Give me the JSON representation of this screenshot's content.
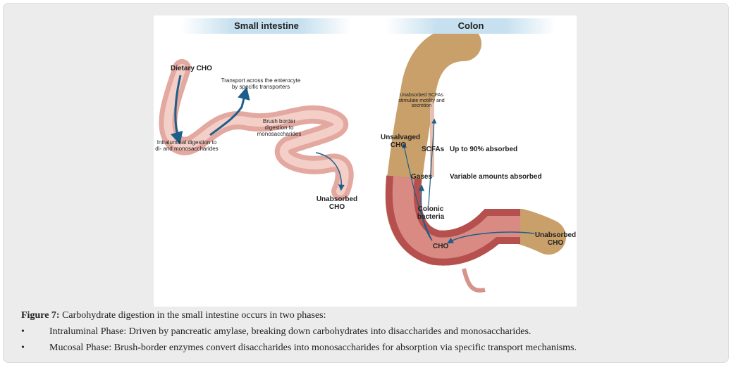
{
  "figure": {
    "small_intestine": {
      "header": "Small intestine",
      "labels": {
        "dietary": "Dietary CHO",
        "transport": "Transport across the enterocyte by specific transporters",
        "brush": "Brush border digestion to monosaccharides",
        "intraluminal": "Intraluminal digestion to di- and monosaccharides",
        "unabsorbed": "Unabsorbed CHO"
      }
    },
    "colon": {
      "header": "Colon",
      "labels": {
        "scfa_stim": "Unabsorbed SCFAs stimulate motility and secretion",
        "unsalvaged": "Unsalvaged CHO",
        "scfas": "SCFAs",
        "up_to": "Up to 90% absorbed",
        "gases": "Gases",
        "variable": "Variable amounts absorbed",
        "bacteria": "Colonic bacteria",
        "cho": "CHO",
        "unabsorbed": "Unabsorbed CHO"
      }
    }
  },
  "caption": {
    "label": "Figure 7:",
    "text": "Carbohydrate digestion in the small intestine occurs in two phases:",
    "bullets": [
      "Intraluminal Phase: Driven by pancreatic amylase, breaking down carbohydrates into disaccharides and monosaccharides.",
      "Mucosal Phase: Brush-border enzymes convert disaccharides into monosaccharides for absorption via specific transport mechanisms."
    ],
    "bullet_symbol": "•"
  }
}
